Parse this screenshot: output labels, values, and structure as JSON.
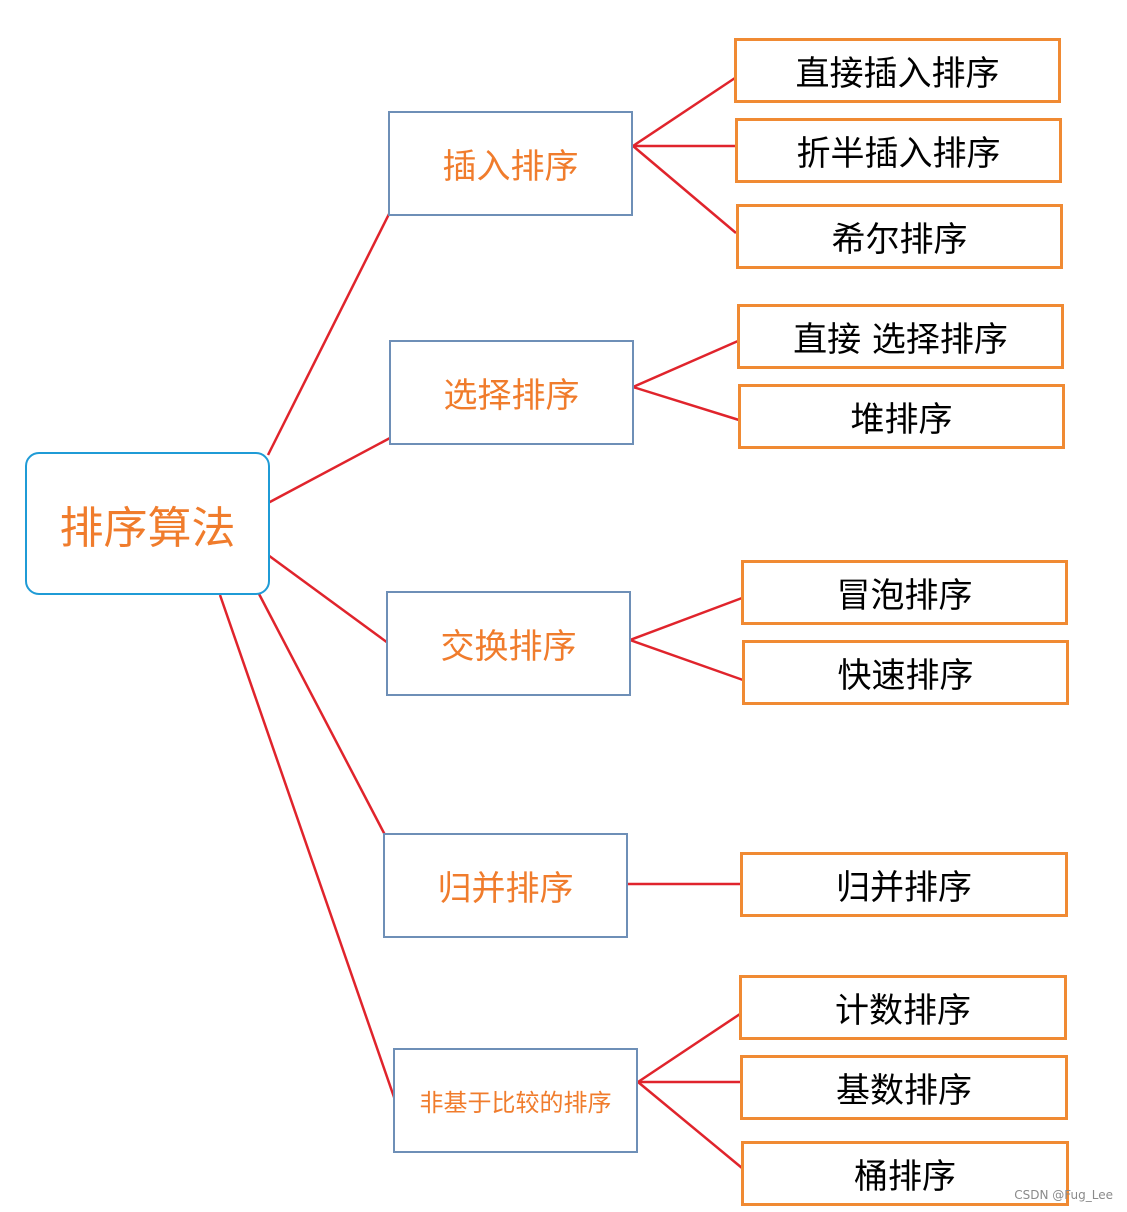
{
  "diagram": {
    "root": {
      "label": "排序算法",
      "border_color": "#1f9bd6",
      "text_color": "#f07c2c"
    },
    "connector_color": "#e0242c",
    "categories": [
      {
        "label": "插入排序",
        "children": [
          "直接插入排序",
          "折半插入排序",
          "希尔排序"
        ]
      },
      {
        "label": "选择排序",
        "children": [
          "直接 选择排序",
          "堆排序"
        ]
      },
      {
        "label": "交换排序",
        "children": [
          "冒泡排序",
          "快速排序"
        ]
      },
      {
        "label": "归并排序",
        "children": [
          "归并排序"
        ]
      },
      {
        "label": "非基于比较的排序",
        "children": [
          "计数排序",
          "基数排序",
          "桶排序"
        ]
      }
    ]
  },
  "watermark": "CSDN @Fug_Lee"
}
